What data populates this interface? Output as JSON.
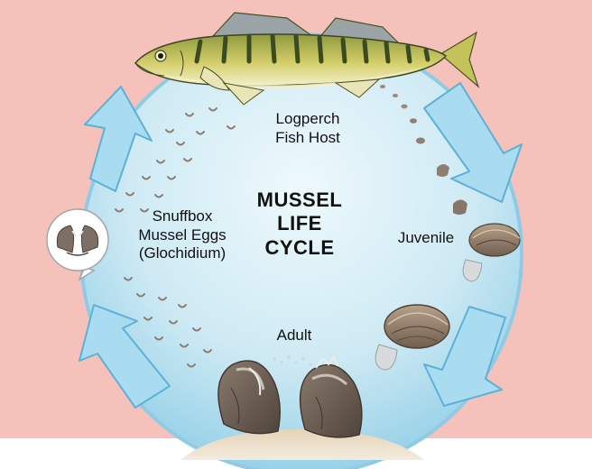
{
  "diagram": {
    "title_lines": [
      "MUSSEL",
      "LIFE",
      "CYCLE"
    ],
    "labels": {
      "fish_host": [
        "Logperch",
        "Fish Host"
      ],
      "juvenile": "Juvenile",
      "adult": "Adult",
      "eggs": [
        "Snuffbox",
        "Mussel Eggs",
        "(Glochidium)"
      ]
    }
  },
  "colors": {
    "background_pink": "#f4c2bb",
    "circle_top": "#e2f3f9",
    "circle_bottom": "#9fd6ea",
    "circle_rim": "#9ad3ea",
    "arrow_fill": "#a9dcf0",
    "arrow_stroke": "#5fb0d6",
    "fish_body": "#c9c35e",
    "fish_belly": "#f2efc2",
    "fish_stripes": "#3c4a22",
    "mussel_shell": "#6e6157",
    "sand": "#ddc6a8"
  },
  "icons": [
    "logperch-fish",
    "cycle-arrow",
    "glochidium-callout",
    "juvenile-mussel",
    "adult-mussel"
  ]
}
